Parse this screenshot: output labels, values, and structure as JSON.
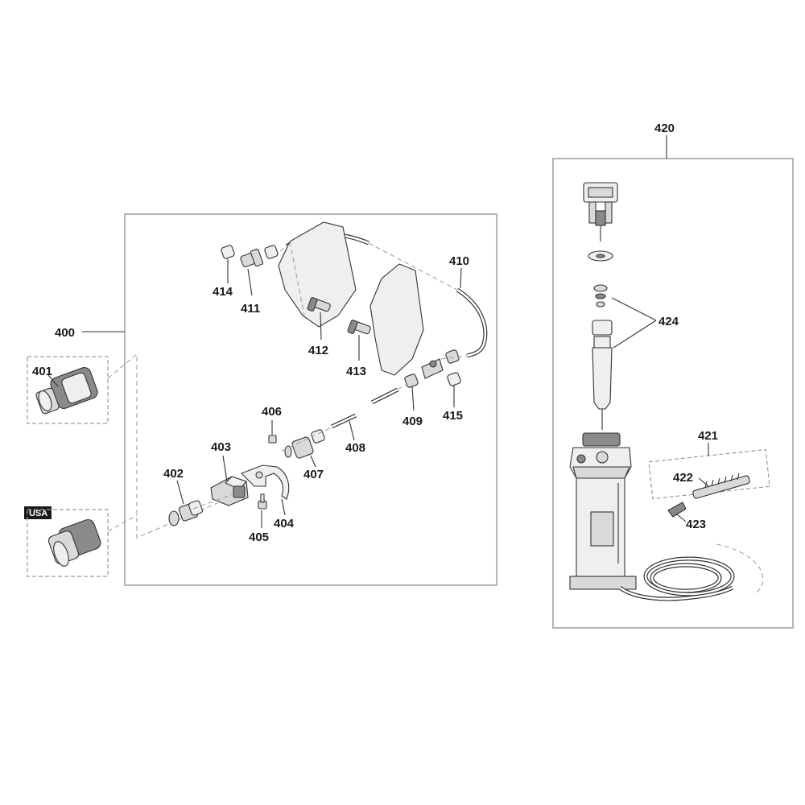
{
  "labels": {
    "p400": "400",
    "p401": "401",
    "p402": "402",
    "p403": "403",
    "p404": "404",
    "p405": "405",
    "p406": "406",
    "p407": "407",
    "p408": "408",
    "p409": "409",
    "p410": "410",
    "p411": "411",
    "p412": "412",
    "p413": "413",
    "p414": "414",
    "p415": "415",
    "p420": "420",
    "p421": "421",
    "p422": "422",
    "p423": "423",
    "p424": "424"
  },
  "badge": {
    "usa": "USA"
  }
}
